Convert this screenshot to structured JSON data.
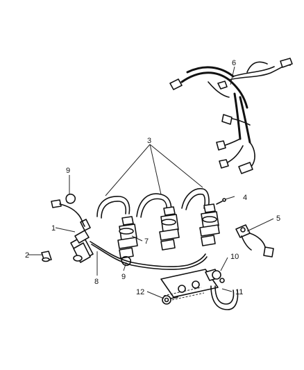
{
  "callouts": [
    "1",
    "2",
    "3",
    "4",
    "5",
    "6",
    "7",
    "8",
    "9",
    "9",
    "10",
    "11",
    "12"
  ]
}
